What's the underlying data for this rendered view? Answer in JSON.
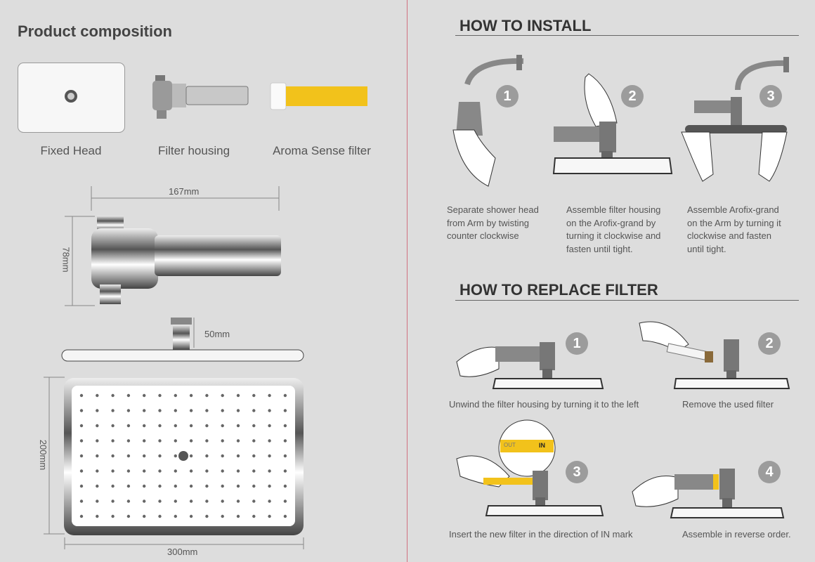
{
  "composition": {
    "title": "Product composition",
    "items": [
      {
        "label": "Fixed Head"
      },
      {
        "label": "Filter housing"
      },
      {
        "label": "Aroma Sense filter"
      }
    ],
    "dimensions": {
      "housing_length": "167mm",
      "housing_height": "78mm",
      "head_height": "50mm",
      "head_depth": "200mm",
      "head_width": "300mm"
    }
  },
  "install": {
    "title": "HOW TO INSTALL",
    "steps": [
      {
        "number": "1",
        "text": [
          "Separate shower head",
          "from Arm by twisting",
          "counter clockwise"
        ]
      },
      {
        "number": "2",
        "text": [
          "Assemble filter housing",
          "on the Arofix-grand by",
          "turning it clockwise and",
          "fasten until tight."
        ]
      },
      {
        "number": "3",
        "text": [
          "Assemble Arofix-grand",
          "on the Arm by turning it",
          "clockwise and fasten",
          "until tight."
        ]
      }
    ]
  },
  "replace": {
    "title": "HOW TO REPLACE FILTER",
    "steps": [
      {
        "number": "1",
        "text": "Unwind the filter housing by turning it to the left"
      },
      {
        "number": "2",
        "text": "Remove the used filter"
      },
      {
        "number": "3",
        "text": "Insert the new filter in the direction of IN mark",
        "callout_out": "OUT",
        "callout_in": "IN"
      },
      {
        "number": "4",
        "text": "Assemble in reverse order."
      }
    ]
  },
  "colors": {
    "divider": "#d07080",
    "filter_yellow": "#f2c21b",
    "badge": "#9c9c9c"
  }
}
